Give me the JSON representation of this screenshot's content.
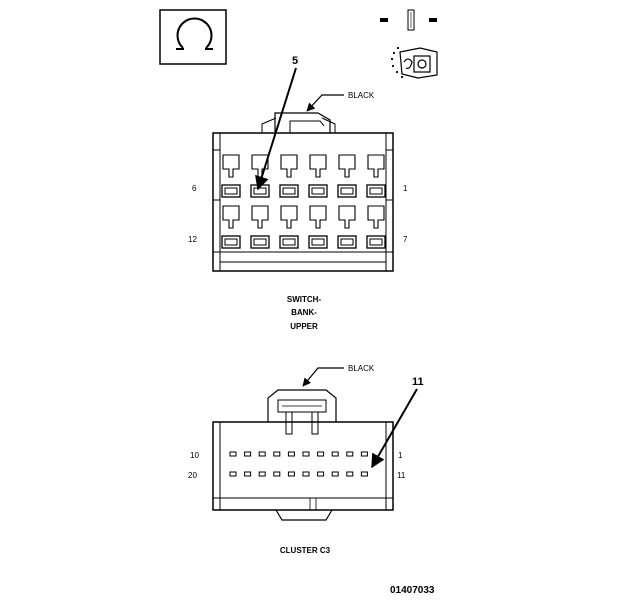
{
  "top_connector": {
    "wire_color": "BLACK",
    "callout": "5",
    "pin_labels": {
      "top_left": "6",
      "top_right": "1",
      "bottom_left": "12",
      "bottom_right": "7"
    },
    "caption_lines": [
      "SWITCH-",
      "BANK-",
      "UPPER"
    ]
  },
  "bottom_connector": {
    "wire_color": "BLACK",
    "callout": "11",
    "pin_labels": {
      "top_left": "10",
      "top_right": "1",
      "bottom_left": "20",
      "bottom_right": "11"
    },
    "caption": "CLUSTER C3"
  },
  "figure_id": "01407033",
  "icons": [
    "omega-terminal-icon",
    "terminal-pin-icon",
    "pin-numbering-detail-icon"
  ]
}
